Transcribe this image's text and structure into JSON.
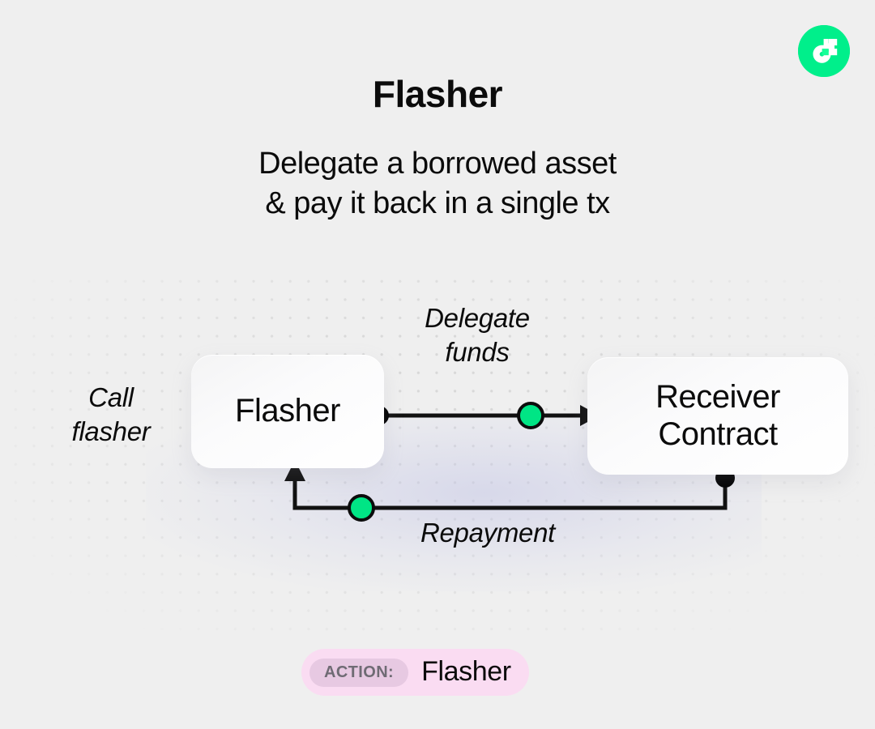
{
  "header": {
    "title": "Flasher",
    "subtitle_lines": [
      "Delegate a borrowed asset",
      "& pay it back in a single tx"
    ],
    "logo_icon": "flow-logo-icon"
  },
  "diagram": {
    "nodes": [
      {
        "id": "flasher",
        "label": "Flasher"
      },
      {
        "id": "receiver",
        "label_line1": "Receiver",
        "label_line2": "Contract"
      }
    ],
    "edge_labels": {
      "call_flasher": "Call\nflasher",
      "delegate_funds": "Delegate\nfunds",
      "repayment": "Repayment"
    },
    "colors": {
      "background": "#efefef",
      "accent_green": "#00e585",
      "node_dot": "#000000",
      "line": "#111111",
      "dot_grid": "#d8d8d8"
    }
  },
  "action_badge": {
    "chip_label": "ACTION:",
    "value": "Flasher",
    "pill_color": "#fadcf2",
    "chip_color": "#e7c9e2"
  }
}
